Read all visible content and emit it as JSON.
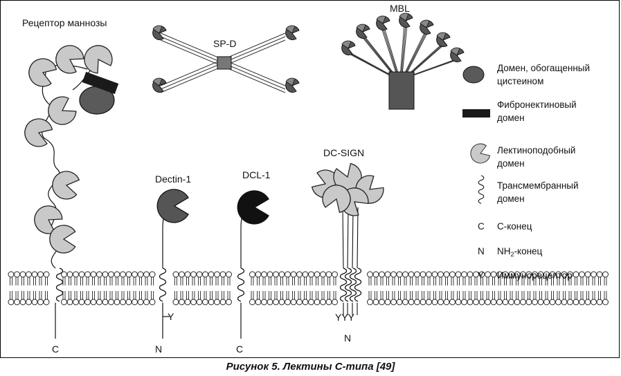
{
  "title_mannose": "Рецептор маннозы",
  "title_spd": "SP-D",
  "title_mbl": "MBL",
  "title_dectin": "Dectin-1",
  "title_dcl": "DCL-1",
  "title_dcsign": "DC-SIGN",
  "terminals": {
    "mannose_c": "C",
    "dectin_y": "Y",
    "dectin_n": "N",
    "dcl_c": "C",
    "dcsign_yyy": "YYY",
    "dcsign_n": "N"
  },
  "legend": {
    "cys_line1": "Домен, обогащенный",
    "cys_line2": "цистеином",
    "fib_line1": "Фибронектиновый",
    "fib_line2": "домен",
    "lectin_line1": "Лектиноподобный",
    "lectin_line2": "домен",
    "tm_line1": "Трансмембранный",
    "tm_line2": "домен",
    "c_sym": "C",
    "c_text": "C-конец",
    "n_sym": "N",
    "n_text_pre": "NH",
    "n_text_sub": "2",
    "n_text_post": "-конец",
    "y_sym": "Y",
    "y_text": "Иммунорецептор"
  },
  "colors": {
    "lectin_fill": "#c9c9c9",
    "cys_fill": "#5a5a5a",
    "fib_fill": "#1a1a1a",
    "dectin_fill": "#555555",
    "dcl_fill": "#111111"
  },
  "caption": "Рисунок 5. Лектины С-типа [49]"
}
